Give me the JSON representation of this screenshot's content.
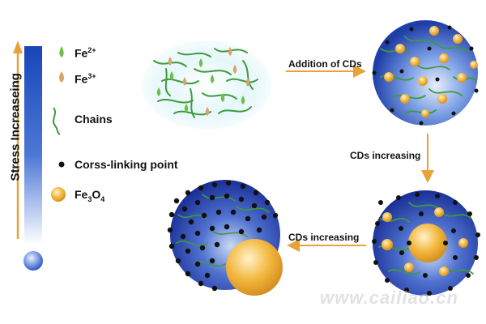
{
  "stress_label": "Stress Increaseing",
  "legend": {
    "fe2_base": "Fe",
    "fe2_sup": "2+",
    "fe3_base": "Fe",
    "fe3_sup": "3+",
    "chains": "Chains",
    "crosslink": "Corss-linking point",
    "fe3o4_a": "Fe",
    "fe3o4_sub1": "3",
    "fe3o4_b": "O",
    "fe3o4_sub2": "4"
  },
  "arrows": {
    "addition": "Addition of CDs",
    "increase_1": "CDs increasing",
    "increase_2": "CDs increasing"
  },
  "watermark": "www.cailiao.cn",
  "colors": {
    "arrow": "#e7a33a",
    "chain": "#3e9a3b",
    "fe2": "#6cc04a",
    "fe3": "#d9a36a",
    "nanoparticle": "#f2b63c",
    "crosslink": "#111111",
    "sphere_dark": "#1f3ea8",
    "sphere_light": "#c9d8f5",
    "bar_dark": "#1846b8"
  }
}
